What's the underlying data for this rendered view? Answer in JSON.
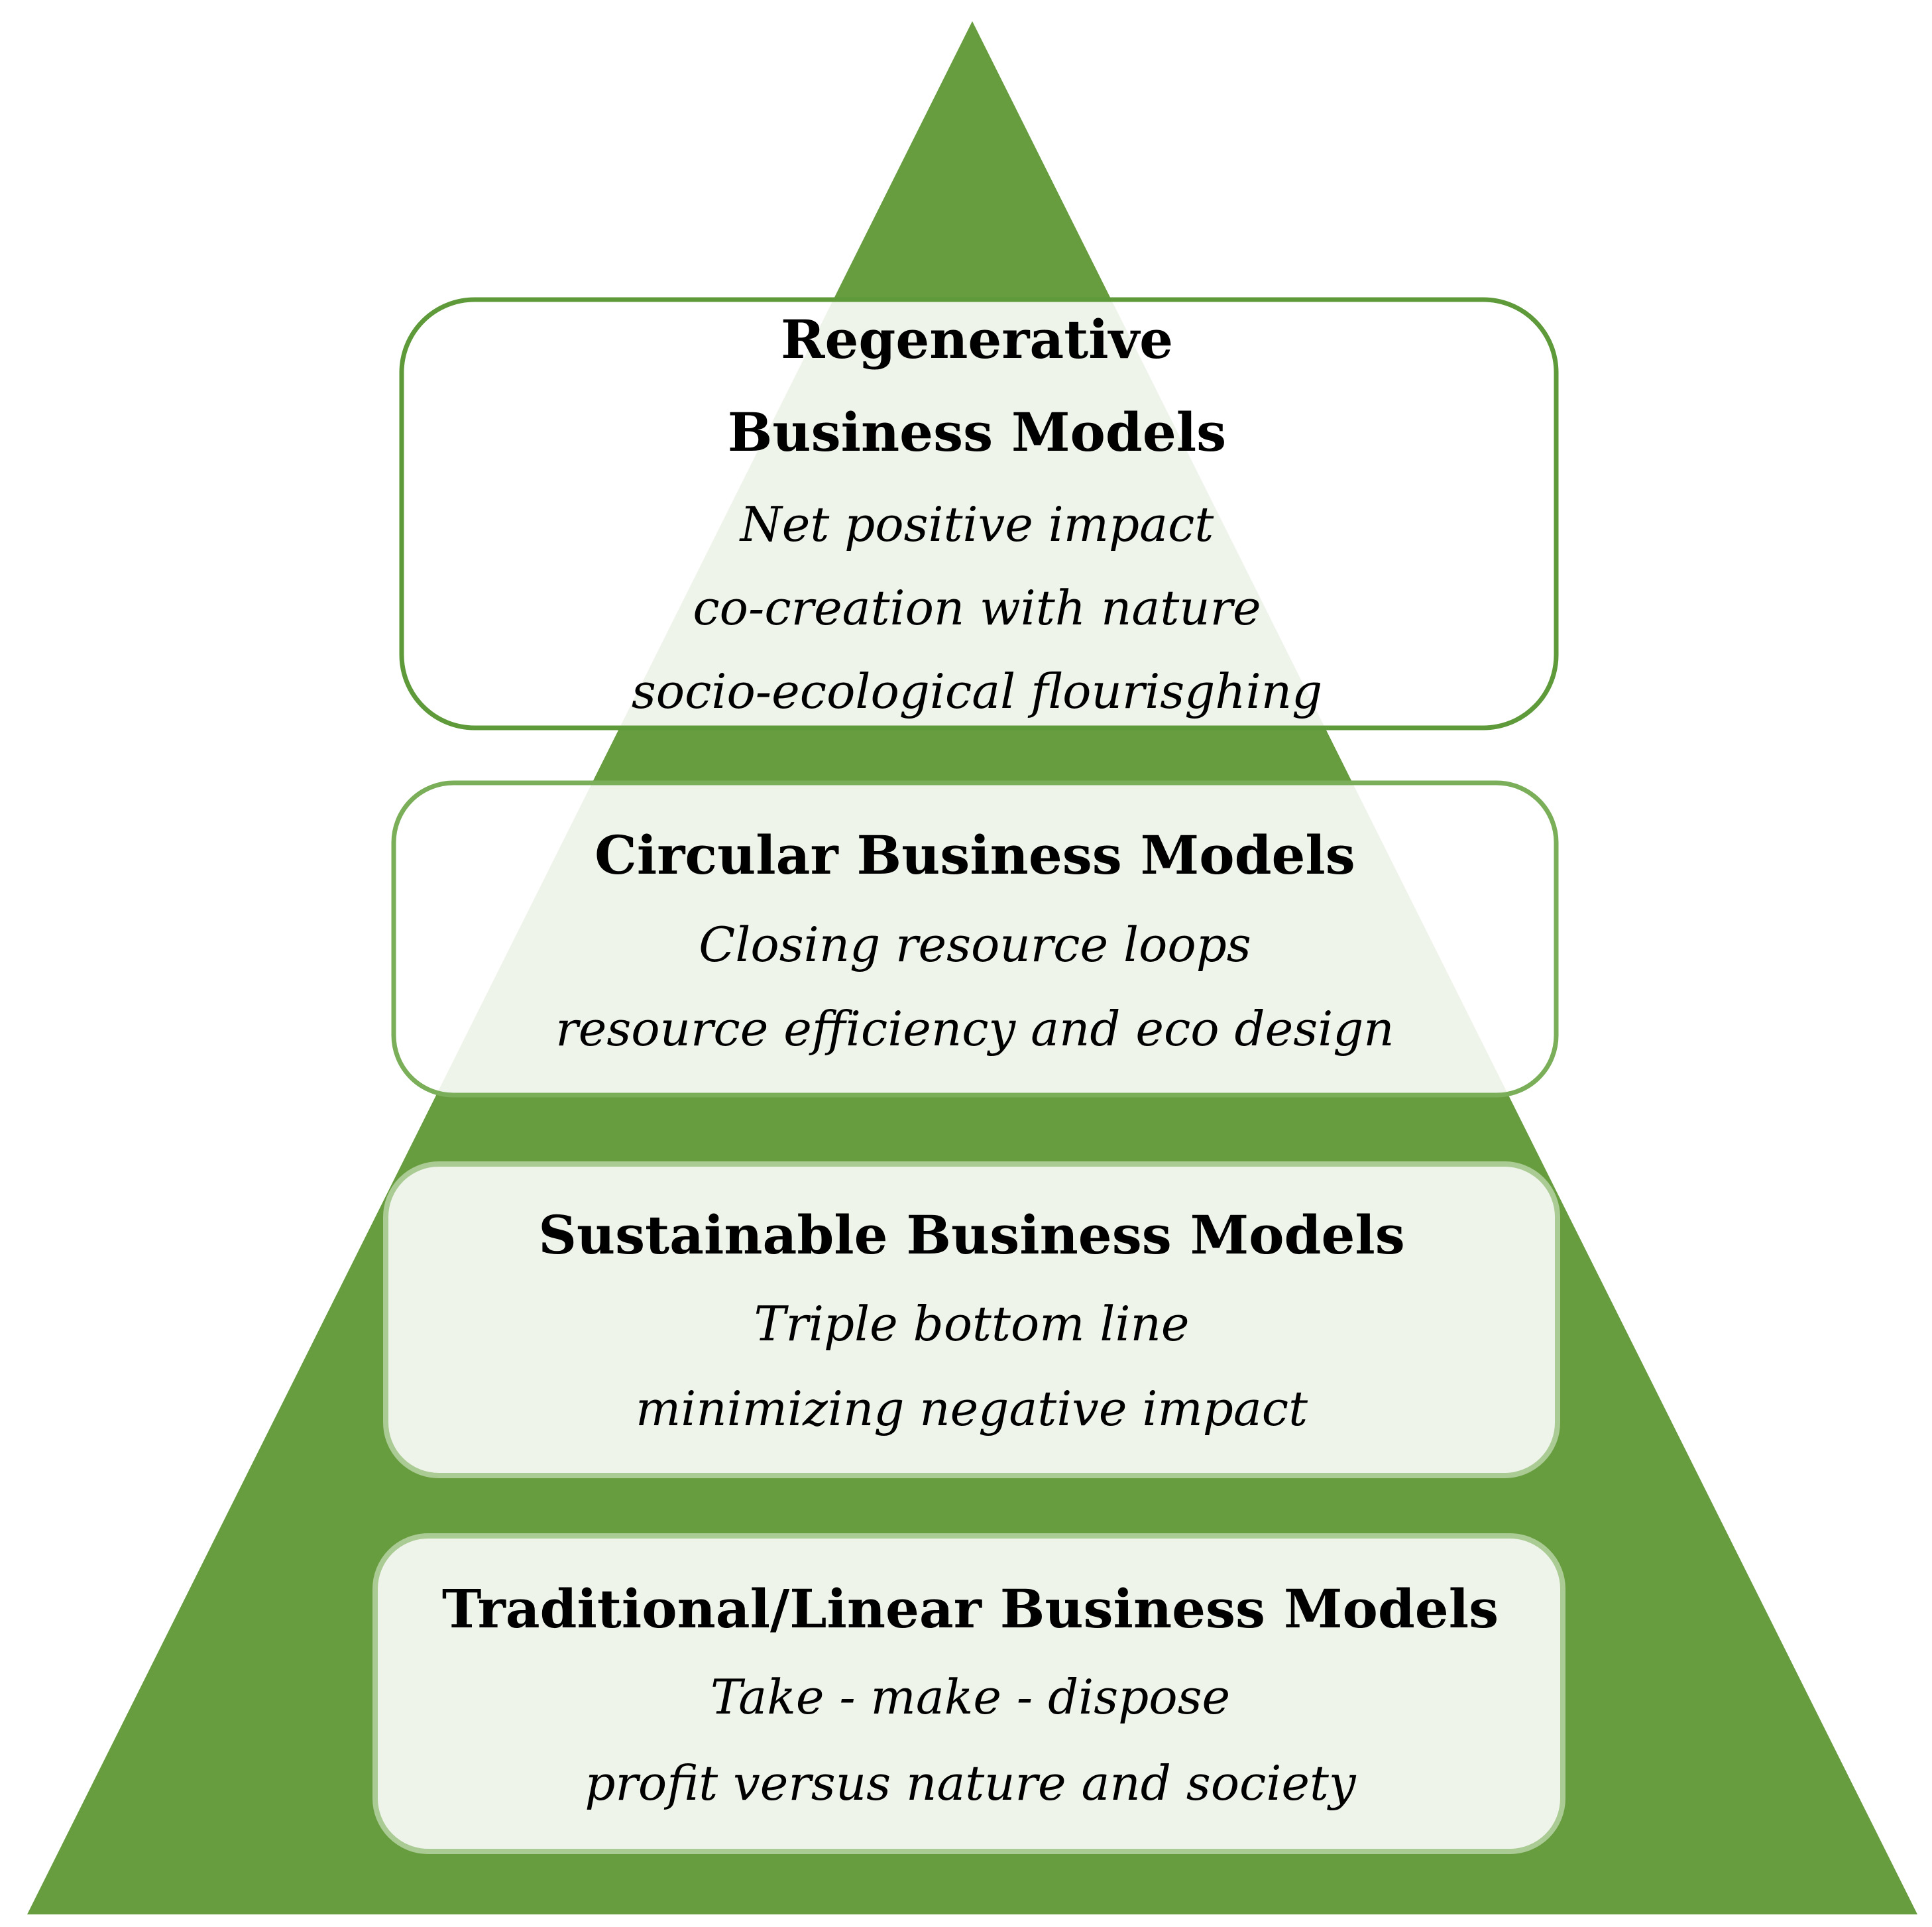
{
  "colors": {
    "pyramid_fill": "#679c3f",
    "box_border_top": "#5e9a3a",
    "box_border_circular": "#7bae59",
    "box_border_lower": "#aacb93",
    "box_fill_lower": "#eff4eb",
    "pale_green": "#eff4eb"
  },
  "levels": [
    {
      "title_lines": [
        "Regenerative",
        "Business Models"
      ],
      "desc_lines": [
        "Net positive impact",
        "co-creation with nature",
        "socio-ecological flourisghing"
      ]
    },
    {
      "title_lines": [
        "Circular Business Models"
      ],
      "desc_lines": [
        "Closing resource loops",
        "resource efficiency and eco design"
      ]
    },
    {
      "title_lines": [
        "Sustainable Business Models"
      ],
      "desc_lines": [
        "Triple bottom line",
        "minimizing negative impact"
      ]
    },
    {
      "title_lines": [
        "Traditional/Linear Business Models"
      ],
      "desc_lines": [
        "Take - make - dispose",
        "profit versus nature and society"
      ]
    }
  ]
}
